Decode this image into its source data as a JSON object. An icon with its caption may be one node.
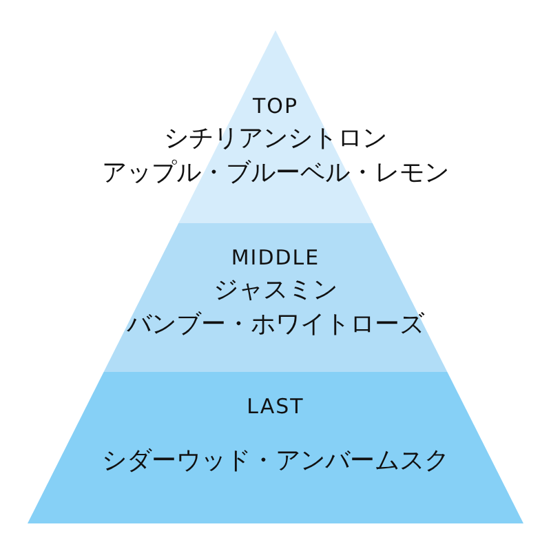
{
  "diagram": {
    "nodes": [
      {
        "text": [
          "TOP",
          "シチリアンシトロン",
          "アップル・ブルーベル・レモン"
        ]
      },
      {
        "text": [
          "MIDDLE",
          "ジャスミン",
          "バンブー・ホワイトローズ"
        ]
      },
      {
        "text": [
          "LAST",
          "シダーウッド・アンバームスク"
        ]
      }
    ],
    "edges": []
  }
}
